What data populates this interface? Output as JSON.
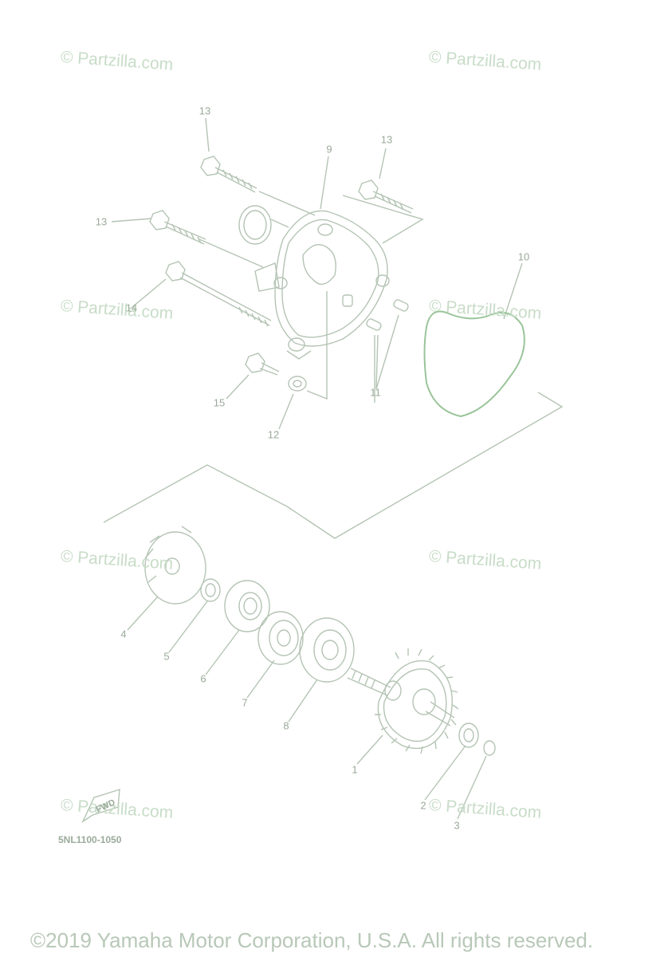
{
  "watermark": "© Partzilla.com",
  "callouts": {
    "c1": "1",
    "c2": "2",
    "c3": "3",
    "c4": "4",
    "c5": "5",
    "c6": "6",
    "c7": "7",
    "c8": "8",
    "c9": "9",
    "c10": "10",
    "c11": "11",
    "c12": "12",
    "c13a": "13",
    "c13b": "13",
    "c13c": "13",
    "c14": "14",
    "c15": "15"
  },
  "fwd_label": "FWD",
  "diagram_ref": "5NL1100-1050",
  "copyright": "©2019 Yamaha Motor Corporation, U.S.A. All rights reserved.",
  "colors": {
    "line": "#b4c4b4",
    "part": "#a8b8a8",
    "gasket": "#9ac49a",
    "watermark": "#c8dcc8"
  }
}
